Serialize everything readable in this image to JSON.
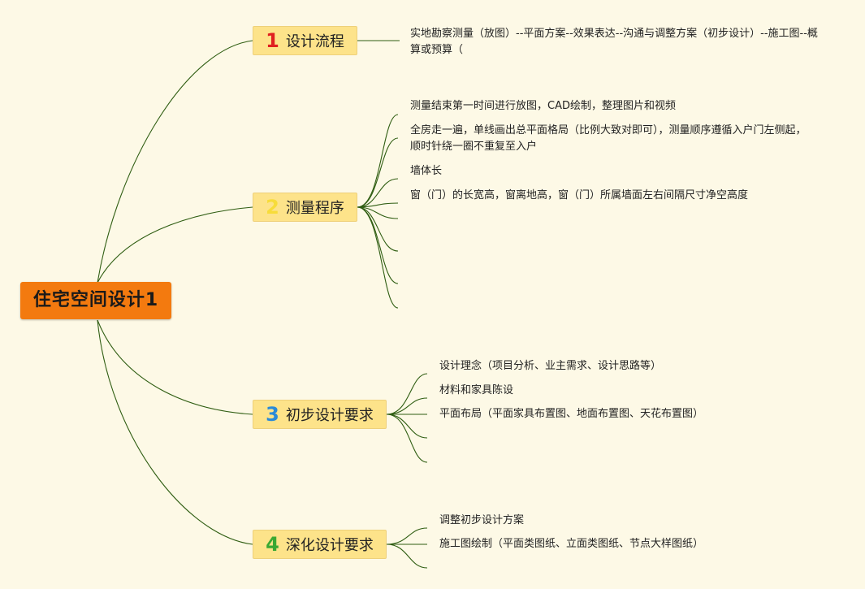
{
  "root": {
    "title": "住宅空间设计1"
  },
  "colors": {
    "root_fill": "#f37a0f",
    "branch_fill": "#fde38a",
    "connector": "#2f5d12",
    "background": "#fdf9e6",
    "num1": "#e02020",
    "num2": "#f7dc3a",
    "num3": "#2a8ad8",
    "num4": "#3aa833"
  },
  "branches": [
    {
      "num": "1",
      "label": "设计流程",
      "leaves": [
        "实地勘察测量（放图）--平面方案--效果表达--沟通与调整方案（初步设计）--施工图--概算或预算（"
      ]
    },
    {
      "num": "2",
      "label": "测量程序",
      "leaves": [
        "测量结束第一时间进行放图，CAD绘制，整理图片和视频",
        "全房走一遍，单线画出总平面格局（比例大致对即可），测量顺序遵循入户门左侧起，顺时针绕一圈不重复至入户",
        "墙体长",
        "窗（门）的长宽高，窗离地高，窗（门）所属墙面左右间隔尺寸净空高度",
        "",
        "",
        "",
        ""
      ]
    },
    {
      "num": "3",
      "label": "初步设计要求",
      "leaves": [
        "设计理念（项目分析、业主需求、设计思路等）",
        "材料和家具陈设",
        "平面布局（平面家具布置图、地面布置图、天花布置图）",
        "",
        ""
      ]
    },
    {
      "num": "4",
      "label": "深化设计要求",
      "leaves": [
        "调整初步设计方案",
        "施工图绘制（平面类图纸、立面类图纸、节点大样图纸）",
        ""
      ]
    }
  ]
}
